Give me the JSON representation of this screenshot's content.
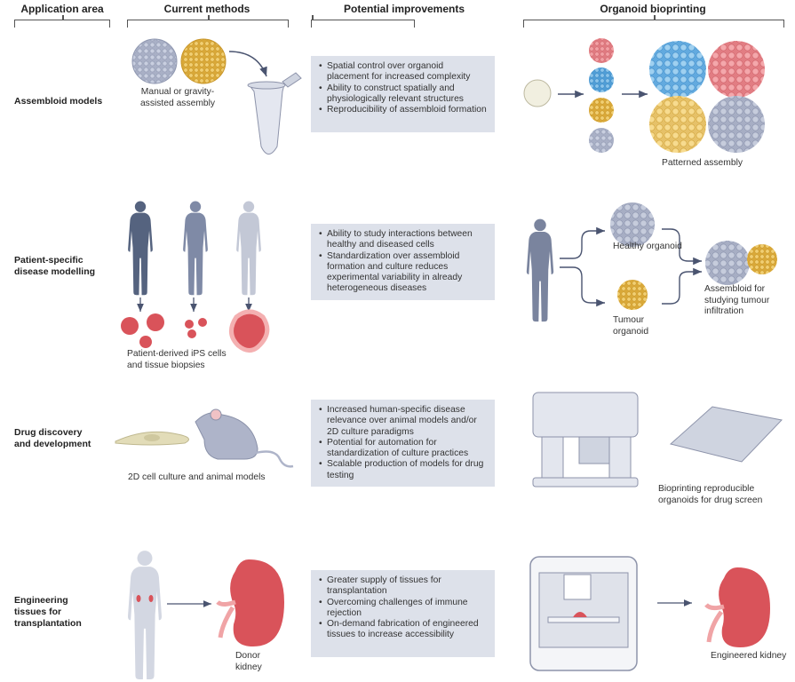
{
  "columns": [
    {
      "title": "Application area"
    },
    {
      "title": "Current methods"
    },
    {
      "title": "Potential improvements"
    },
    {
      "title": "Organoid bioprinting"
    }
  ],
  "rows": [
    {
      "label": [
        "Assembloid models"
      ],
      "current_caption": [
        "Manual or gravity-",
        "assisted assembly"
      ],
      "improvements": [
        "Spatial control over organoid placement for increased complexity",
        "Ability to construct spatially and physiologically relevant structures",
        "Reproducibility of assembloid formation"
      ],
      "bioprinting_captions": [
        "Patterned assembly"
      ]
    },
    {
      "label": [
        "Patient-specific",
        "disease modelling"
      ],
      "current_caption": [
        "Patient-derived iPS cells",
        "and tissue biopsies"
      ],
      "improvements": [
        "Ability to study interactions between healthy and diseased cells",
        "Standardization over assembloid formation and culture reduces experimental variability in already heterogeneous diseases"
      ],
      "bioprinting_captions": [
        "Healthy organoid",
        "Tumour organoid",
        "Assembloid for studying tumour infiltration"
      ]
    },
    {
      "label": [
        "Drug discovery",
        "and development"
      ],
      "current_caption": [
        "2D cell culture and animal models"
      ],
      "improvements": [
        "Increased human-specific disease relevance over animal models and/or 2D culture paradigms",
        "Potential for automation for standardization of culture practices",
        "Scalable production of models for drug testing"
      ],
      "bioprinting_captions": [
        "Bioprinting reproducible organoids for drug screen"
      ]
    },
    {
      "label": [
        "Engineering",
        "tissues for",
        "transplantation"
      ],
      "current_caption": [
        "Donor",
        "kidney"
      ],
      "improvements": [
        "Greater supply of tissues for transplantation",
        "Overcoming challenges of immune rejection",
        "On-demand fabrication of engineered tissues to increase accessibility"
      ],
      "bioprinting_captions": [
        "Engineered kidney"
      ]
    }
  ],
  "colors": {
    "box_bg": "#dde1ea",
    "organoid_grey": "#a9b0c6",
    "organoid_yellow": "#e2b84e",
    "organoid_red": "#e88a8f",
    "organoid_blue": "#6fb2e0",
    "tissue_red": "#d9535a",
    "silhouette_dark": "#55637f",
    "arrow": "#4a5470"
  }
}
